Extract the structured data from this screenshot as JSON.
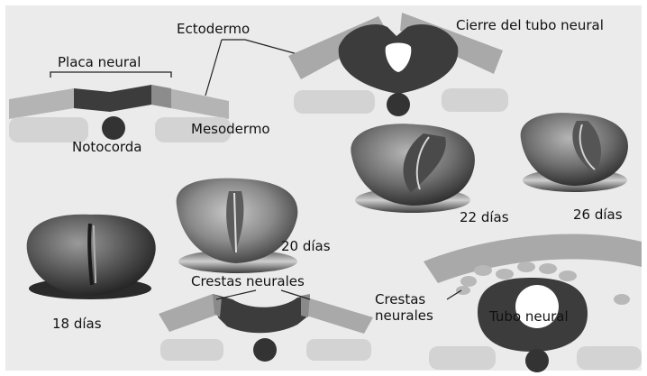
{
  "labels": {
    "ectodermo": "Ectodermo",
    "cierre_tubo_neural": "Cierre del tubo neural",
    "placa_neural": "Placa neural",
    "mesodermo": "Mesodermo",
    "notocorda": "Notocorda",
    "crestas_neurales_top": "Crestas neurales",
    "crestas_neurales_side_line1": "Crestas",
    "crestas_neurales_side_line2": "neurales",
    "tubo_neural": "Tubo neural"
  },
  "stages": {
    "day18": "18 días",
    "day20": "20 días",
    "day22": "22 días",
    "day26": "26 días"
  },
  "colors": {
    "background": "#ebebeb",
    "ectoderm": "#a9a9a9",
    "neural_tissue": "#3c3c3c",
    "mesoderm": "#d6d6d6",
    "notochord": "#333333",
    "embryo_dark": "#2e2e2e",
    "embryo_mid": "#7a7a7a",
    "embryo_light": "#c8c8c8"
  }
}
